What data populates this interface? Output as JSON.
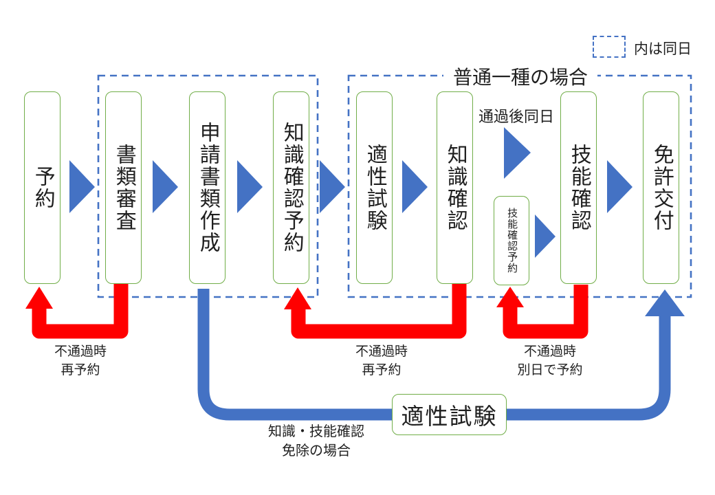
{
  "legend": {
    "label": "内は同日"
  },
  "groups": {
    "normal_class1_title": "普通一種の場合"
  },
  "steps": [
    {
      "label": "予約"
    },
    {
      "label": "書類審査"
    },
    {
      "label": "申請書類作成"
    },
    {
      "label": "知識確認予約"
    },
    {
      "label": "適性試験"
    },
    {
      "label": "知識確認"
    },
    {
      "label": "技能確認予約"
    },
    {
      "label": "技能確認"
    },
    {
      "label": "免許交付"
    }
  ],
  "notes": {
    "after_pass_same_day": "通過後同日",
    "retry_1": {
      "line1": "不通過時",
      "line2": "再予約"
    },
    "retry_2": {
      "line1": "不通過時",
      "line2": "再予約"
    },
    "retry_3": {
      "line1": "不通過時",
      "line2": "別日で予約"
    },
    "bypass": {
      "line1": "知識・技能確認",
      "line2": "免除の場合"
    },
    "bypass_box": "適性試験"
  },
  "colors": {
    "flow_blue": "#4472C4",
    "alert_red": "#FF0000",
    "box_green": "#70AD47",
    "text": "#1F1F1F"
  }
}
